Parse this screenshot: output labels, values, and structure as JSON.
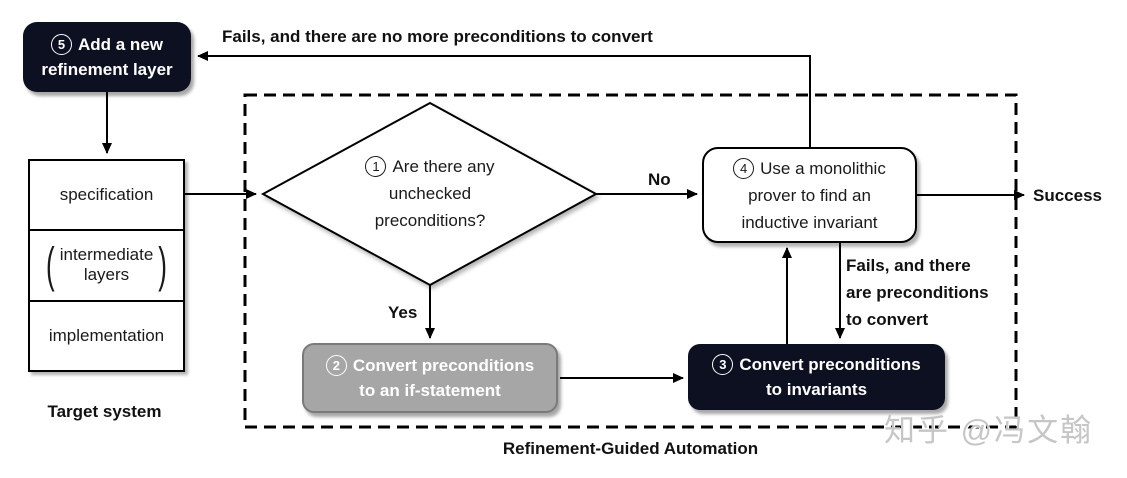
{
  "colors": {
    "dark_box": "#0d1020",
    "gray_box": "#a6a6a6",
    "gray_box_border": "#7a7a7a",
    "line": "#000000",
    "watermark_gray": "#c6c6c6"
  },
  "nodes": {
    "add_layer": {
      "num": "5",
      "line1": "Add a new",
      "line2": "refinement layer"
    },
    "decision": {
      "num": "1",
      "line1": "Are there any",
      "line2": "unchecked",
      "line3": "preconditions?"
    },
    "monolithic_prover": {
      "num": "4",
      "line1": "Use a monolithic",
      "line2": "prover to find an",
      "line3": "inductive invariant"
    },
    "if_statement": {
      "num": "2",
      "line1": "Convert preconditions",
      "line2": "to an if-statement"
    },
    "invariants": {
      "num": "3",
      "line1": "Convert preconditions",
      "line2": "to invariants"
    }
  },
  "target_system": {
    "row1": "specification",
    "row2_line1": "intermediate",
    "row2_line2": "layers",
    "row3": "implementation",
    "paren_open": "(",
    "paren_close": ")",
    "label": "Target system"
  },
  "edges": {
    "feedback_top": "Fails, and there are no more preconditions to convert",
    "no": "No",
    "yes": "Yes",
    "success": "Success",
    "fails_right": {
      "line1": "Fails, and there",
      "line2": "are preconditions",
      "line3": "to convert"
    }
  },
  "caption": "Refinement-Guided Automation",
  "watermark": "知乎 @冯文翰"
}
